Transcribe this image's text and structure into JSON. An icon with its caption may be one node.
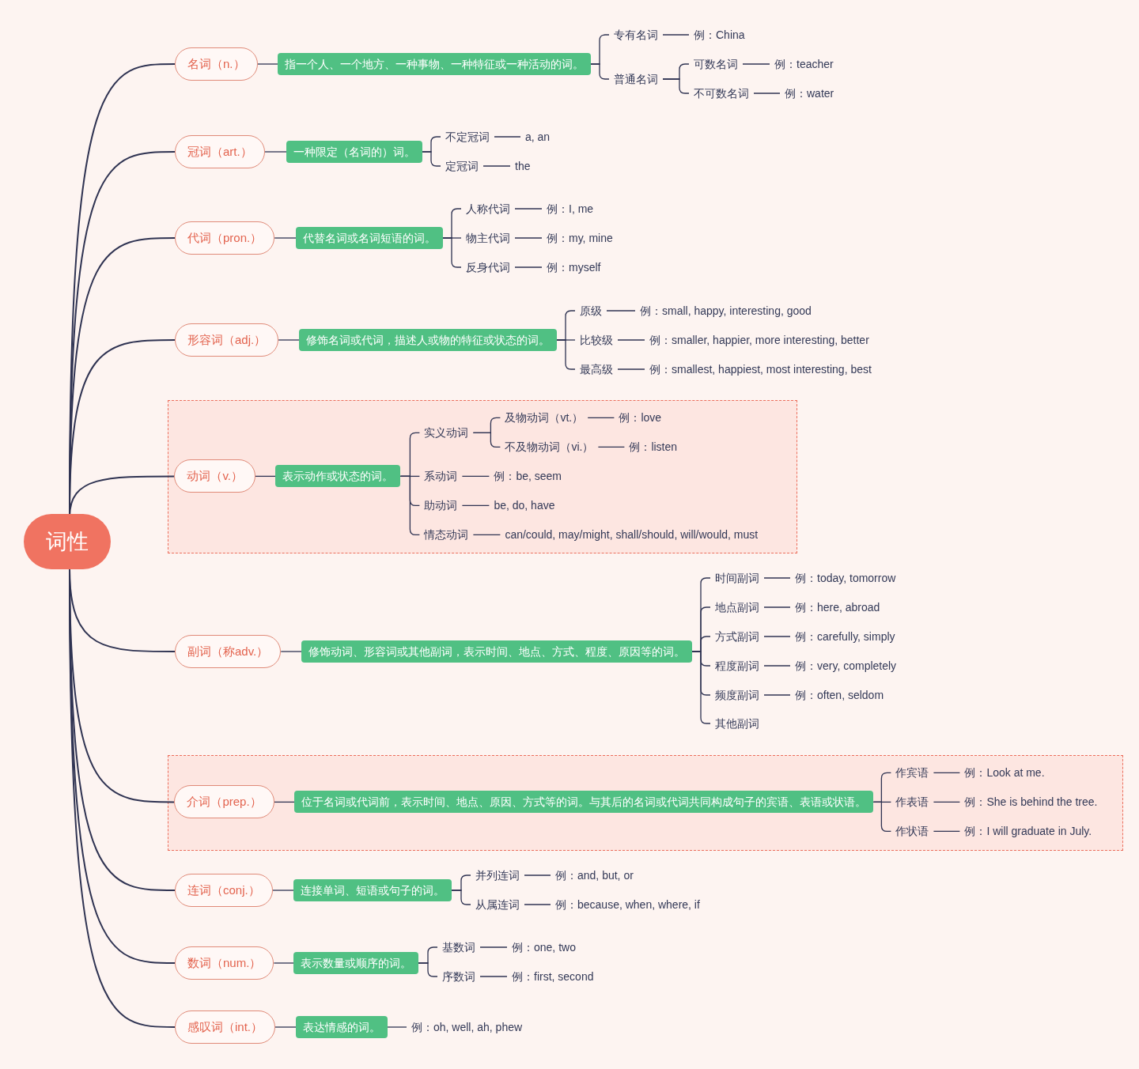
{
  "diagram": {
    "nodes": [
      {
        "text": [
          "词性"
        ]
      },
      {
        "text": [
          "名词（n.）"
        ]
      },
      {
        "text": [
          "指一个人、一个地方、一种事物、一种特征或一种活动的词。"
        ]
      },
      {
        "text": [
          "专有名词"
        ]
      },
      {
        "text": [
          "例：China"
        ]
      },
      {
        "text": [
          "普通名词"
        ]
      },
      {
        "text": [
          "可数名词"
        ]
      },
      {
        "text": [
          "例：teacher"
        ]
      },
      {
        "text": [
          "不可数名词"
        ]
      },
      {
        "text": [
          "例：water"
        ]
      },
      {
        "text": [
          "冠词（art.）"
        ]
      },
      {
        "text": [
          "一种限定（名词的）词。"
        ]
      },
      {
        "text": [
          "不定冠词"
        ]
      },
      {
        "text": [
          "a, an"
        ]
      },
      {
        "text": [
          "定冠词"
        ]
      },
      {
        "text": [
          "the"
        ]
      },
      {
        "text": [
          "代词（pron.）"
        ]
      },
      {
        "text": [
          "代替名词或名词短语的词。"
        ]
      },
      {
        "text": [
          "人称代词"
        ]
      },
      {
        "text": [
          "例：I, me"
        ]
      },
      {
        "text": [
          "物主代词"
        ]
      },
      {
        "text": [
          "例：my, mine"
        ]
      },
      {
        "text": [
          "反身代词"
        ]
      },
      {
        "text": [
          "例：myself"
        ]
      },
      {
        "text": [
          "形容词（adj.）"
        ]
      },
      {
        "text": [
          "修饰名词或代词，描述人或物的特征或状态的词。"
        ]
      },
      {
        "text": [
          "原级"
        ]
      },
      {
        "text": [
          "例：small, happy, interesting, good"
        ]
      },
      {
        "text": [
          "比较级"
        ]
      },
      {
        "text": [
          "例：smaller, happier, more interesting, better"
        ]
      },
      {
        "text": [
          "最高级"
        ]
      },
      {
        "text": [
          "例：smallest, happiest, most interesting, best"
        ]
      },
      {
        "text": [],
        "shape": "box"
      },
      {
        "text": [
          "动词（v.）"
        ],
        "in": 32
      },
      {
        "text": [
          "表示动作或状态的词。"
        ],
        "in": 32
      },
      {
        "text": [
          "实义动词"
        ],
        "in": 32
      },
      {
        "text": [
          "及物动词（vt.）"
        ],
        "in": 32
      },
      {
        "text": [
          "例：love"
        ],
        "in": 32
      },
      {
        "text": [
          "不及物动词（vi.）"
        ],
        "in": 32
      },
      {
        "text": [
          "例：listen"
        ],
        "in": 32
      },
      {
        "text": [
          "系动词"
        ],
        "in": 32
      },
      {
        "text": [
          "例：be, seem"
        ],
        "in": 32
      },
      {
        "text": [
          "助动词"
        ],
        "in": 32
      },
      {
        "text": [
          "be, do, have"
        ],
        "in": 32
      },
      {
        "text": [
          "情态动词"
        ],
        "in": 32
      },
      {
        "text": [
          "can/could, may/might, shall/should, will/would, must"
        ],
        "in": 32
      },
      {
        "text": [
          "副词（称adv.）"
        ]
      },
      {
        "text": [
          "修饰动词、形容词或其他副词，表示时间、地点、方式、程度、原因等的词。"
        ]
      },
      {
        "text": [
          "时间副词"
        ]
      },
      {
        "text": [
          "例：today, tomorrow"
        ]
      },
      {
        "text": [
          "地点副词"
        ]
      },
      {
        "text": [
          "例：here, abroad"
        ]
      },
      {
        "text": [
          "方式副词"
        ]
      },
      {
        "text": [
          "例：carefully, simply"
        ]
      },
      {
        "text": [
          "程度副词"
        ]
      },
      {
        "text": [
          "例：very, completely"
        ]
      },
      {
        "text": [
          "频度副词"
        ]
      },
      {
        "text": [
          "例：often, seldom"
        ]
      },
      {
        "text": [
          "其他副词"
        ]
      },
      {
        "text": [],
        "shape": "box"
      },
      {
        "text": [
          "介词（prep.）"
        ],
        "in": 59
      },
      {
        "text": [
          "位于名词或代词前，表示时间、地点、原因、方式等的词。与其后的名词或代词共同构成句子的宾语、表语或状语。"
        ],
        "in": 59
      },
      {
        "text": [
          "作宾语"
        ],
        "in": 59
      },
      {
        "text": [
          "例：Look at me."
        ],
        "in": 59
      },
      {
        "text": [
          "作表语"
        ],
        "in": 59
      },
      {
        "text": [
          "例：She is behind the tree."
        ],
        "in": 59
      },
      {
        "text": [
          "作状语"
        ],
        "in": 59
      },
      {
        "text": [
          "例：I will graduate in July."
        ],
        "in": 59
      },
      {
        "text": [
          "连词（conj.）"
        ]
      },
      {
        "text": [
          "连接单词、短语或句子的词。"
        ]
      },
      {
        "text": [
          "并列连词"
        ]
      },
      {
        "text": [
          "例：and, but, or"
        ]
      },
      {
        "text": [
          "从属连词"
        ]
      },
      {
        "text": [
          "例：because, when, where, if"
        ]
      },
      {
        "text": [
          "数词（num.）"
        ]
      },
      {
        "text": [
          "表示数量或顺序的词。"
        ]
      },
      {
        "text": [
          "基数词"
        ]
      },
      {
        "text": [
          "例：one, two"
        ]
      },
      {
        "text": [
          "序数词"
        ]
      },
      {
        "text": [
          "例：first, second"
        ]
      },
      {
        "text": [
          "感叹词（int.）"
        ]
      },
      {
        "text": [
          "表达情感的词。"
        ]
      },
      {
        "text": [
          "例：oh, well, ah, phew"
        ]
      }
    ],
    "edges": [
      {
        "from": 0,
        "to": 1,
        "arrow": "none"
      },
      {
        "from": 0,
        "to": 10,
        "arrow": "none"
      },
      {
        "from": 0,
        "to": 16,
        "arrow": "none"
      },
      {
        "from": 0,
        "to": 24,
        "arrow": "none"
      },
      {
        "from": 0,
        "to": 33,
        "arrow": "none"
      },
      {
        "from": 0,
        "to": 46,
        "arrow": "none"
      },
      {
        "from": 0,
        "to": 60,
        "arrow": "none"
      },
      {
        "from": 0,
        "to": 68,
        "arrow": "none"
      },
      {
        "from": 0,
        "to": 74,
        "arrow": "none"
      },
      {
        "from": 0,
        "to": 80,
        "arrow": "none"
      },
      {
        "from": 1,
        "to": 2,
        "arrow": "none"
      },
      {
        "from": 2,
        "to": 3,
        "arrow": "none"
      },
      {
        "from": 2,
        "to": 5,
        "arrow": "none"
      },
      {
        "from": 3,
        "to": 4,
        "arrow": "none"
      },
      {
        "from": 5,
        "to": 6,
        "arrow": "none"
      },
      {
        "from": 5,
        "to": 8,
        "arrow": "none"
      },
      {
        "from": 6,
        "to": 7,
        "arrow": "none"
      },
      {
        "from": 8,
        "to": 9,
        "arrow": "none"
      },
      {
        "from": 10,
        "to": 11,
        "arrow": "none"
      },
      {
        "from": 11,
        "to": 12,
        "arrow": "none"
      },
      {
        "from": 11,
        "to": 14,
        "arrow": "none"
      },
      {
        "from": 12,
        "to": 13,
        "arrow": "none"
      },
      {
        "from": 14,
        "to": 15,
        "arrow": "none"
      },
      {
        "from": 16,
        "to": 17,
        "arrow": "none"
      },
      {
        "from": 17,
        "to": 18,
        "arrow": "none"
      },
      {
        "from": 17,
        "to": 20,
        "arrow": "none"
      },
      {
        "from": 17,
        "to": 22,
        "arrow": "none"
      },
      {
        "from": 18,
        "to": 19,
        "arrow": "none"
      },
      {
        "from": 20,
        "to": 21,
        "arrow": "none"
      },
      {
        "from": 22,
        "to": 23,
        "arrow": "none"
      },
      {
        "from": 24,
        "to": 25,
        "arrow": "none"
      },
      {
        "from": 25,
        "to": 26,
        "arrow": "none"
      },
      {
        "from": 25,
        "to": 28,
        "arrow": "none"
      },
      {
        "from": 25,
        "to": 30,
        "arrow": "none"
      },
      {
        "from": 26,
        "to": 27,
        "arrow": "none"
      },
      {
        "from": 28,
        "to": 29,
        "arrow": "none"
      },
      {
        "from": 30,
        "to": 31,
        "arrow": "none"
      },
      {
        "from": 33,
        "to": 34,
        "arrow": "none"
      },
      {
        "from": 34,
        "to": 35,
        "arrow": "none"
      },
      {
        "from": 34,
        "to": 40,
        "arrow": "none"
      },
      {
        "from": 34,
        "to": 42,
        "arrow": "none"
      },
      {
        "from": 34,
        "to": 44,
        "arrow": "none"
      },
      {
        "from": 35,
        "to": 36,
        "arrow": "none"
      },
      {
        "from": 35,
        "to": 38,
        "arrow": "none"
      },
      {
        "from": 36,
        "to": 37,
        "arrow": "none"
      },
      {
        "from": 38,
        "to": 39,
        "arrow": "none"
      },
      {
        "from": 40,
        "to": 41,
        "arrow": "none"
      },
      {
        "from": 42,
        "to": 43,
        "arrow": "none"
      },
      {
        "from": 44,
        "to": 45,
        "arrow": "none"
      },
      {
        "from": 46,
        "to": 47,
        "arrow": "none"
      },
      {
        "from": 47,
        "to": 48,
        "arrow": "none"
      },
      {
        "from": 47,
        "to": 50,
        "arrow": "none"
      },
      {
        "from": 47,
        "to": 52,
        "arrow": "none"
      },
      {
        "from": 47,
        "to": 54,
        "arrow": "none"
      },
      {
        "from": 47,
        "to": 56,
        "arrow": "none"
      },
      {
        "from": 47,
        "to": 58,
        "arrow": "none"
      },
      {
        "from": 48,
        "to": 49,
        "arrow": "none"
      },
      {
        "from": 50,
        "to": 51,
        "arrow": "none"
      },
      {
        "from": 52,
        "to": 53,
        "arrow": "none"
      },
      {
        "from": 54,
        "to": 55,
        "arrow": "none"
      },
      {
        "from": 56,
        "to": 57,
        "arrow": "none"
      },
      {
        "from": 60,
        "to": 61,
        "arrow": "none"
      },
      {
        "from": 61,
        "to": 62,
        "arrow": "none"
      },
      {
        "from": 61,
        "to": 64,
        "arrow": "none"
      },
      {
        "from": 61,
        "to": 66,
        "arrow": "none"
      },
      {
        "from": 62,
        "to": 63,
        "arrow": "none"
      },
      {
        "from": 64,
        "to": 65,
        "arrow": "none"
      },
      {
        "from": 66,
        "to": 67,
        "arrow": "none"
      },
      {
        "from": 68,
        "to": 69,
        "arrow": "none"
      },
      {
        "from": 69,
        "to": 70,
        "arrow": "none"
      },
      {
        "from": 69,
        "to": 72,
        "arrow": "none"
      },
      {
        "from": 70,
        "to": 71,
        "arrow": "none"
      },
      {
        "from": 72,
        "to": 73,
        "arrow": "none"
      },
      {
        "from": 74,
        "to": 75,
        "arrow": "none"
      },
      {
        "from": 75,
        "to": 76,
        "arrow": "none"
      },
      {
        "from": 75,
        "to": 78,
        "arrow": "none"
      },
      {
        "from": 76,
        "to": 77,
        "arrow": "none"
      },
      {
        "from": 78,
        "to": 79,
        "arrow": "none"
      },
      {
        "from": 80,
        "to": 81,
        "arrow": "none"
      },
      {
        "from": 81,
        "to": 82,
        "arrow": "none"
      }
    ]
  }
}
